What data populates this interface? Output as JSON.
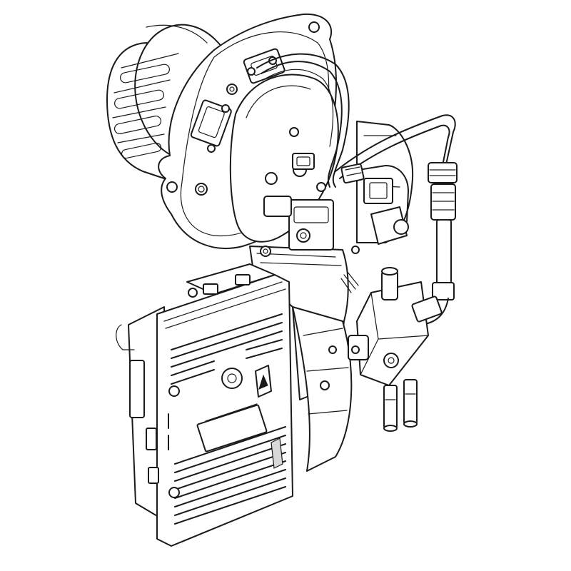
{
  "drawing": {
    "subject": "",
    "style": "isometric line art",
    "ink_color": "#1a1a1a",
    "paper_color": "#ffffff"
  },
  "parts": [
    {
      "id": "blast-tube",
      "icon": "cylinder-icon"
    },
    {
      "id": "mounting-flange",
      "icon": "flange-icon"
    },
    {
      "id": "burner-housing",
      "icon": "housing-icon"
    },
    {
      "id": "control-box",
      "icon": "ventilated-box-icon"
    },
    {
      "id": "warning-label",
      "icon": "warning-triangle-icon"
    },
    {
      "id": "oil-pump",
      "icon": "pump-icon"
    },
    {
      "id": "oil-line",
      "icon": "pipe-icon"
    },
    {
      "id": "ignition-cables",
      "icon": "cable-icon"
    },
    {
      "id": "motor",
      "icon": "motor-icon"
    }
  ]
}
